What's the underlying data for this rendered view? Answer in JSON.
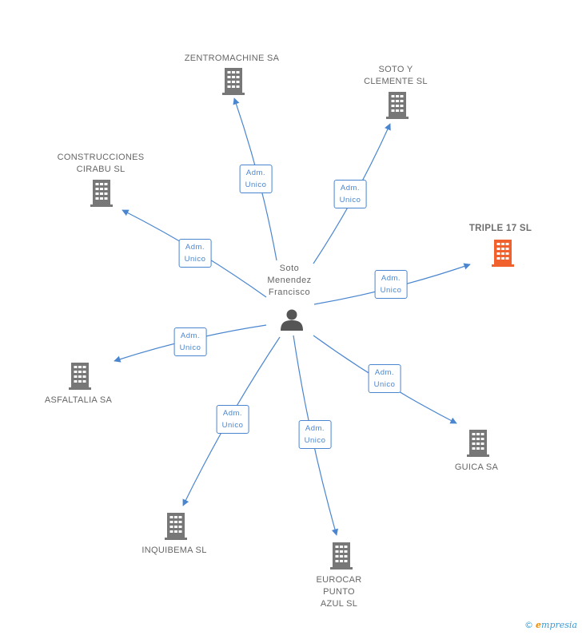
{
  "colors": {
    "edge": "#4a86cf",
    "building": "#777777",
    "building_highlight": "#f0612d",
    "person": "#555555"
  },
  "center": {
    "name_lines": [
      "Soto",
      "Menendez",
      "Francisco"
    ],
    "icon": "person-icon"
  },
  "nodes": [
    {
      "id": "zentromachine",
      "lines": [
        "ZENTROMACHINE SA"
      ],
      "highlight": false,
      "icon": "building-icon",
      "edge_label": [
        "Adm.",
        "Unico"
      ]
    },
    {
      "id": "soto-clemente",
      "lines": [
        "SOTO Y",
        "CLEMENTE SL"
      ],
      "highlight": false,
      "icon": "building-icon",
      "edge_label": [
        "Adm.",
        "Unico"
      ]
    },
    {
      "id": "construcciones-cirabu",
      "lines": [
        "CONSTRUCCIONES",
        "CIRABU SL"
      ],
      "highlight": false,
      "icon": "building-icon",
      "edge_label": [
        "Adm.",
        "Unico"
      ]
    },
    {
      "id": "triple17",
      "lines": [
        "TRIPLE 17  SL"
      ],
      "highlight": true,
      "icon": "building-icon",
      "edge_label": [
        "Adm.",
        "Unico"
      ]
    },
    {
      "id": "asfaltalia",
      "lines": [
        "ASFALTALIA SA"
      ],
      "highlight": false,
      "icon": "building-icon",
      "edge_label": [
        "Adm.",
        "Unico"
      ]
    },
    {
      "id": "guica",
      "lines": [
        "GUICA SA"
      ],
      "highlight": false,
      "icon": "building-icon",
      "edge_label": [
        "Adm.",
        "Unico"
      ]
    },
    {
      "id": "inquibema",
      "lines": [
        "INQUIBEMA SL"
      ],
      "highlight": false,
      "icon": "building-icon",
      "edge_label": [
        "Adm.",
        "Unico"
      ]
    },
    {
      "id": "eurocar",
      "lines": [
        "EUROCAR",
        "PUNTO",
        "AZUL SL"
      ],
      "highlight": false,
      "icon": "building-icon",
      "edge_label": [
        "Adm.",
        "Unico"
      ]
    }
  ],
  "footer": {
    "copyright": "©",
    "brand_initial": "e",
    "brand_rest": "mpresia"
  }
}
